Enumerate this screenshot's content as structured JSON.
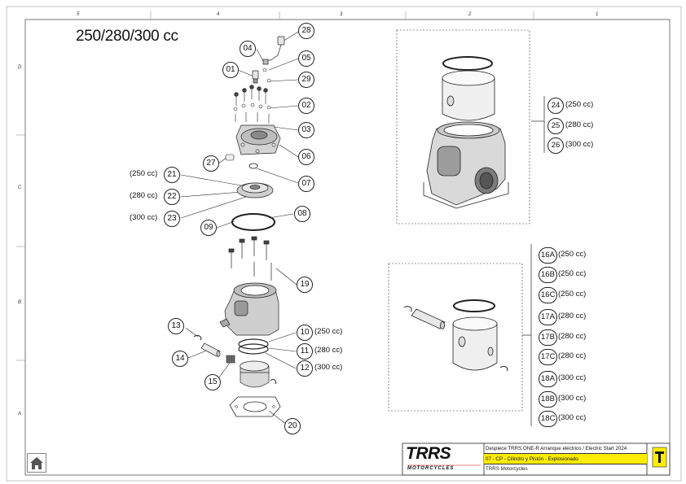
{
  "title": "250/280/300 cc",
  "zones": {
    "top": [
      "5",
      "4",
      "3",
      "2",
      "1"
    ],
    "left": [
      "D",
      "C",
      "B",
      "A"
    ]
  },
  "callouts": [
    "28",
    "04",
    "05",
    "01",
    "29",
    "02",
    "03",
    "06",
    "27",
    "07",
    "21",
    "22",
    "23",
    "08",
    "09",
    "19",
    "13",
    "10",
    "11",
    "12",
    "14",
    "15",
    "20"
  ],
  "callout_notes": {
    "21": "(250 cc)",
    "22": "(280 cc)",
    "23": "(300 cc)",
    "10": "(250 cc)",
    "11": "(280 cc)",
    "12": "(300 cc)"
  },
  "cylinder_variants": [
    {
      "num": "24",
      "cc": "(250 cc)"
    },
    {
      "num": "25",
      "cc": "(280 cc)"
    },
    {
      "num": "26",
      "cc": "(300 cc)"
    }
  ],
  "piston_variants": [
    {
      "num": "16A",
      "cc": "(250 cc)"
    },
    {
      "num": "16B",
      "cc": "(250 cc)"
    },
    {
      "num": "16C",
      "cc": "(250 cc)"
    },
    {
      "num": "17A",
      "cc": "(280 cc)"
    },
    {
      "num": "17B",
      "cc": "(280 cc)"
    },
    {
      "num": "17C",
      "cc": "(280 cc)"
    },
    {
      "num": "18A",
      "cc": "(300 cc)"
    },
    {
      "num": "18B",
      "cc": "(300 cc)"
    },
    {
      "num": "18C",
      "cc": "(300 cc)"
    }
  ],
  "title_block": {
    "brand": "TRRS",
    "brand_sub": "MOTORCYCLES",
    "line1": "Despiece TRRS ONE-R  Arranque eléctrico / Electric Start 2024",
    "line2": "07 - CP - Cilindro y Pistón - Explosionado",
    "line3": "TRRS Motorcycles",
    "highlight": "#ffec00"
  },
  "icons": [
    "home-icon",
    "trrs-shield-icon"
  ]
}
